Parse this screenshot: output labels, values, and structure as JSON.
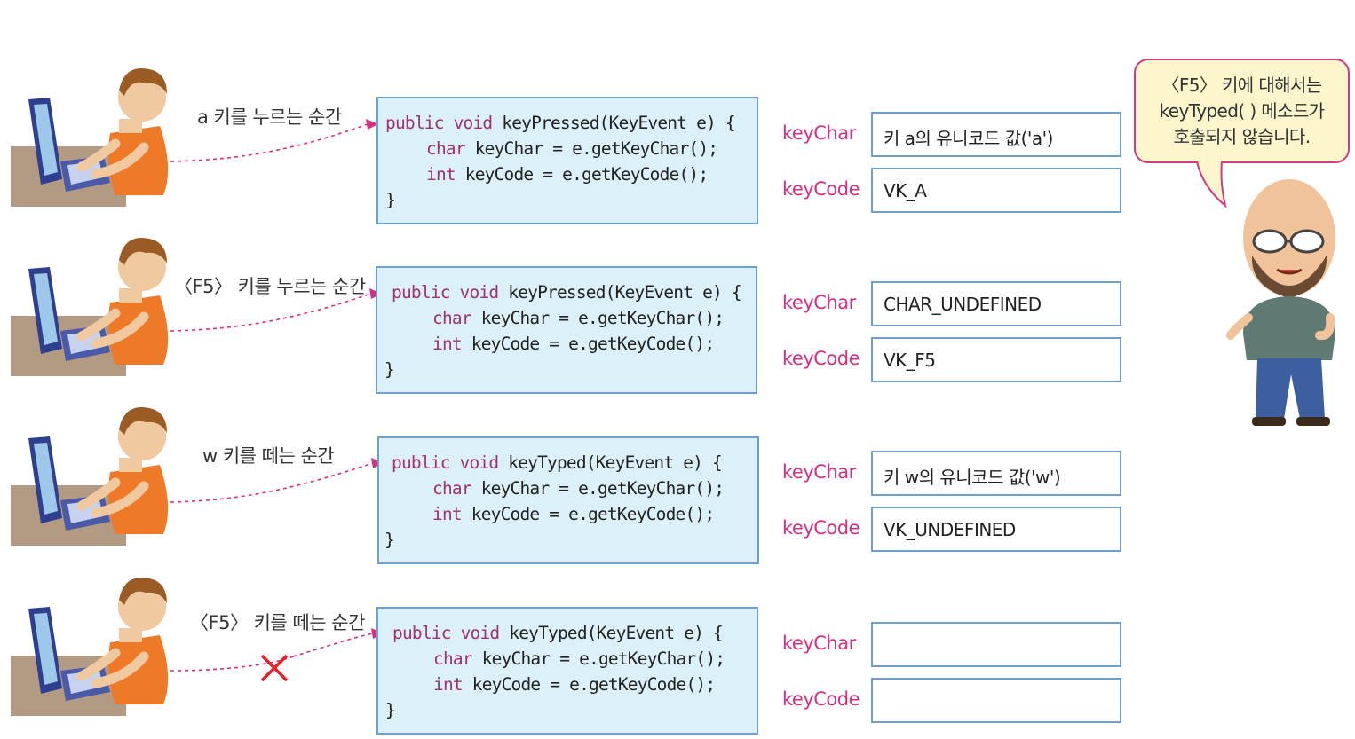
{
  "rows": [
    {
      "caption": "a 키를 누르는 순간",
      "code": {
        "line1_kw": "public void",
        "line1_rest": " keyPressed(KeyEvent e) {",
        "line2_kw": "char",
        "line2_rest": " keyChar = e.getKeyChar();",
        "line3_kw": "int",
        "line3_rest": " keyCode = e.getKeyCode();",
        "line4": "}"
      },
      "keyChar_label": "keyChar",
      "keyChar_value": "키 a의  유니코드 값('a')",
      "keyCode_label": "keyCode",
      "keyCode_value": "VK_A",
      "blocked": false
    },
    {
      "caption": "〈F5〉 키를 누르는 순간",
      "code": {
        "line1_kw": "public void",
        "line1_rest": " keyPressed(KeyEvent e) {",
        "line2_kw": "char",
        "line2_rest": " keyChar = e.getKeyChar();",
        "line3_kw": "int",
        "line3_rest": " keyCode = e.getKeyCode();",
        "line4": "}"
      },
      "keyChar_label": "keyChar",
      "keyChar_value": "CHAR_UNDEFINED",
      "keyCode_label": "keyCode",
      "keyCode_value": "VK_F5",
      "blocked": false
    },
    {
      "caption": "w 키를 떼는 순간",
      "code": {
        "line1_kw": "public void",
        "line1_rest": " keyTyped(KeyEvent e) {",
        "line2_kw": "char",
        "line2_rest": " keyChar = e.getKeyChar();",
        "line3_kw": "int",
        "line3_rest": " keyCode = e.getKeyCode();",
        "line4": "}"
      },
      "keyChar_label": "keyChar",
      "keyChar_value": "키 w의 유니코드 값('w')",
      "keyCode_label": "keyCode",
      "keyCode_value": "VK_UNDEFINED",
      "blocked": false
    },
    {
      "caption": "〈F5〉 키를 떼는 순간",
      "code": {
        "line1_kw": "public void",
        "line1_rest": " keyTyped(KeyEvent e) {",
        "line2_kw": "char",
        "line2_rest": " keyChar = e.getKeyChar();",
        "line3_kw": "int",
        "line3_rest": " keyCode = e.getKeyCode();",
        "line4": "}"
      },
      "keyChar_label": "keyChar",
      "keyChar_value": "",
      "keyCode_label": "keyCode",
      "keyCode_value": "",
      "blocked": true
    }
  ],
  "bubble": {
    "line1": "〈F5〉 키에 대해서는",
    "line2": "keyTyped( ) 메소드가",
    "line3": "호출되지 않습니다."
  },
  "colors": {
    "code_bg": "#dcf0fa",
    "box_border": "#6f9fcc",
    "label_pink": "#d62f82",
    "keyword": "#a0326e",
    "bubble_bg": "#fdf6cc",
    "cross": "#e8202a"
  }
}
